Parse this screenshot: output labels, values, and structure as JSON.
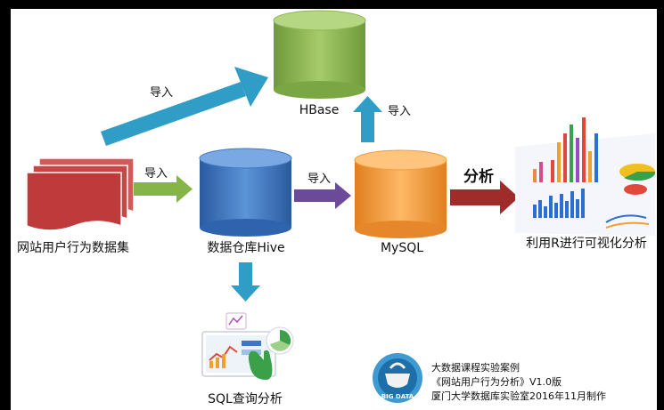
{
  "nodes": {
    "dataset": "网站用户行为数据集",
    "hive": "数据仓库Hive",
    "mysql": "MySQL",
    "hbase": "HBase",
    "sql_query": "SQL查询分析",
    "r_viz": "利用R进行可视化分析"
  },
  "edges": {
    "import_to_hbase_diag": "导入",
    "import_to_hive": "导入",
    "import_to_mysql": "导入",
    "import_mysql_to_hbase": "导入",
    "analyze": "分析"
  },
  "footer": {
    "line1": "大数据课程实验案例",
    "line2": "《网站用户行为分析》V1.0版",
    "line3": "厦门大学数据库实验室2016年11月制作",
    "logo_text": "BIG DATA"
  },
  "colors": {
    "hbase": "#8db552",
    "hive": "#3e77c2",
    "mysql": "#f39a3a",
    "dataset": "#c94646",
    "arrow_blue": "#2f9dc6",
    "arrow_green": "#86b547",
    "arrow_purple": "#6b4a9a",
    "arrow_red": "#a02b2b"
  }
}
